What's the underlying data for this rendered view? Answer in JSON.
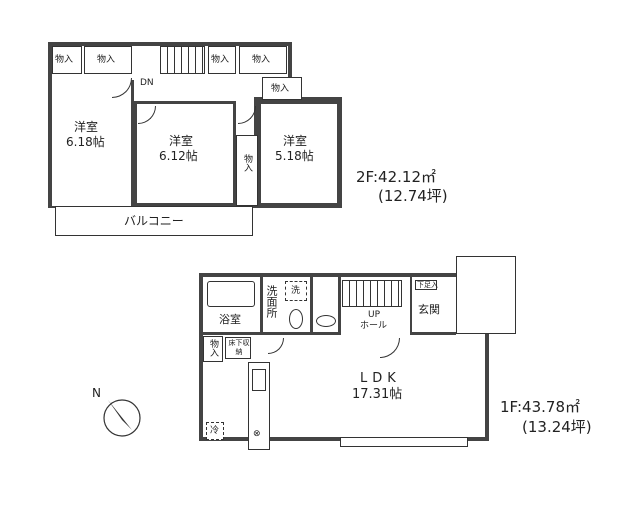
{
  "floor2": {
    "closet_label": "物入",
    "stairs_label": "DN",
    "rooms": [
      {
        "name": "洋室",
        "size": "6.18帖"
      },
      {
        "name": "洋室",
        "size": "6.12帖"
      },
      {
        "name": "洋室",
        "size": "5.18帖"
      }
    ],
    "balcony": "バルコニー",
    "area": "2F:42.12㎡",
    "area_tsubo": "(12.74坪)"
  },
  "floor1": {
    "bath": "浴室",
    "washroom": "洗面所",
    "washer": "洗",
    "stairs_label": "UP",
    "hall": "ホール",
    "entrance": "玄関",
    "shoe_storage": "下足入",
    "closet": "物入",
    "underfloor_storage": "床下収納",
    "fridge": "冷",
    "ldk": "LDK",
    "ldk_size": "17.31帖",
    "area": "1F:43.78㎡",
    "area_tsubo": "(13.24坪)"
  },
  "compass": {
    "label": "N"
  }
}
